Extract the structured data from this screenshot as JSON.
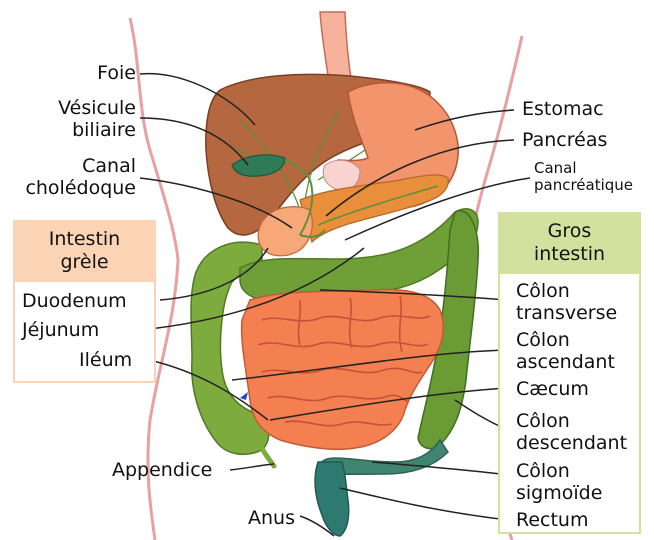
{
  "colors": {
    "skin_outline": "#e8a0a0",
    "liver": "#b5683f",
    "stomach": "#f2946c",
    "small_intestine": "#f47f50",
    "colon": "#7dab3e",
    "rectum": "#2f7a70",
    "gallbladder": "#2f7a57",
    "small_box_header": "#fbd3b5",
    "large_box_header": "#d4e19e",
    "leader_line": "#222222"
  },
  "labels": {
    "foie": "Foie",
    "vesicule": "Vésicule\nbiliaire",
    "canal_choledoque": "Canal\ncholédoque",
    "estomac": "Estomac",
    "pancreas": "Pancréas",
    "canal_pancreatique": "Canal\npancréatique",
    "duodenum": "Duodenum",
    "jejunum": "Jéjunum",
    "ileum": "Iléum",
    "appendice": "Appendice",
    "anus": "Anus",
    "colon_transverse": "Côlon\ntransverse",
    "colon_ascendant": "Côlon\nascendant",
    "caecum": "Cæcum",
    "colon_descendant": "Côlon\ndescendant",
    "colon_sigmoide": "Côlon\nsigmoïde",
    "rectum": "Rectum"
  },
  "boxes": {
    "small_intestine_title": "Intestin\ngrèle",
    "large_intestine_title": "Gros\nintestin"
  }
}
